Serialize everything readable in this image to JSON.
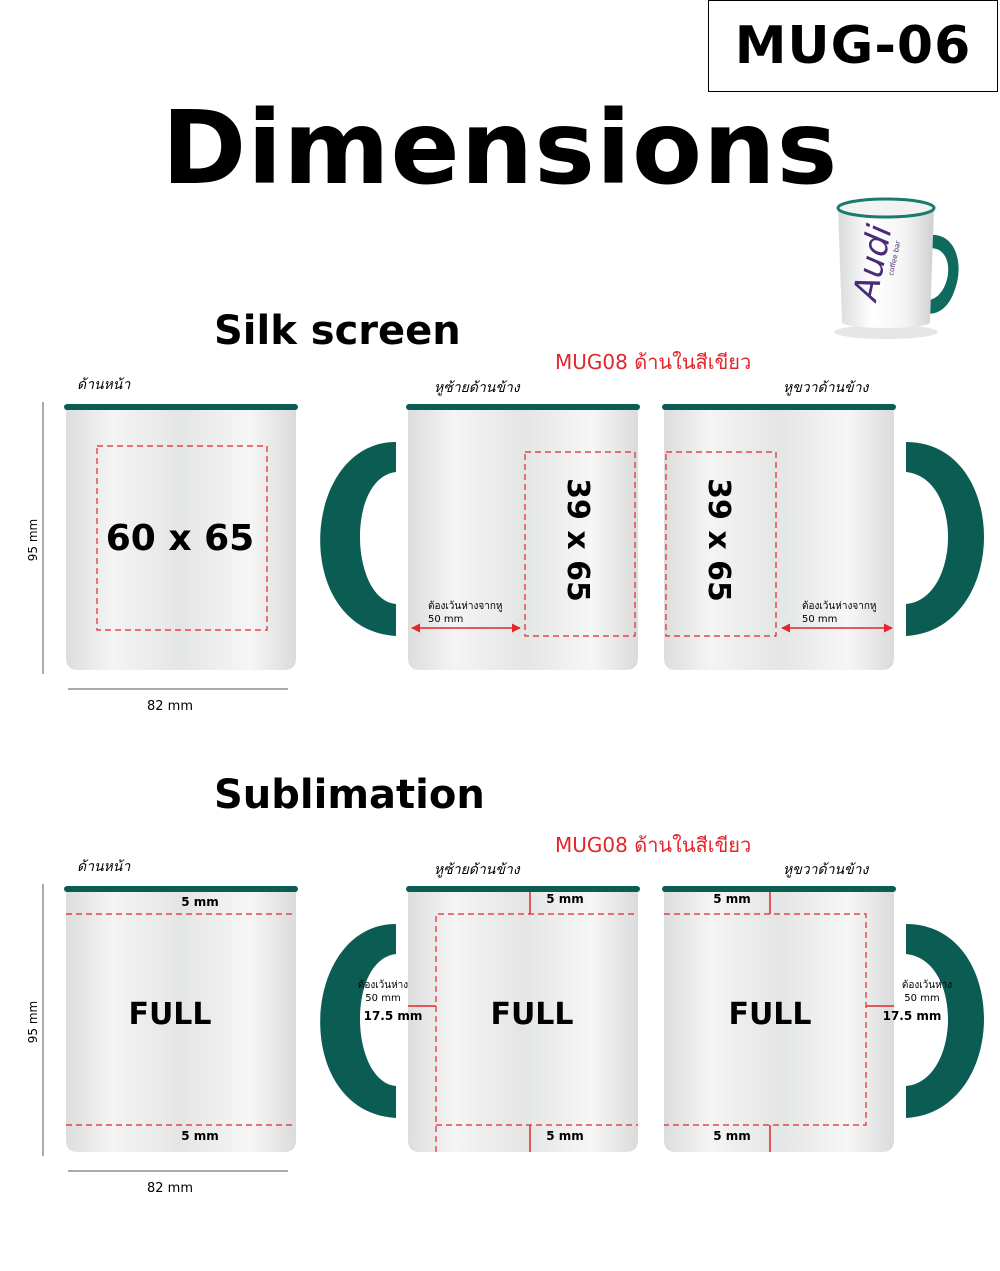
{
  "product_code": "MUG-06",
  "title": "Dimensions",
  "colors": {
    "rim": "#0b5c52",
    "handle": "#0b5c52",
    "dash": "#e2262b",
    "arrow": "#e2262b",
    "mug_body": "#e9eaea"
  },
  "preview_mug": {
    "logo_text": "Audi",
    "logo_sub": "coffee bar"
  },
  "silk_screen": {
    "heading": "Silk screen",
    "note": "MUG08 ด้านในสีเขียว",
    "front_label": "ด้านหน้า",
    "left_label": "หูซ้ายด้านข้าง",
    "right_label": "หูขวาด้านข้าง",
    "front_area": "60 x 65",
    "side_area": "39 x 65",
    "gap_note": "ต้องเว้นห่างจากหู",
    "gap_value": "50 mm",
    "height": "95 mm",
    "width": "82 mm"
  },
  "sublimation": {
    "heading": "Sublimation",
    "note": "MUG08 ด้านในสีเขียว",
    "front_label": "ด้านหน้า",
    "left_label": "หูซ้ายด้านข้าง",
    "right_label": "หูขวาด้านข้าง",
    "area": "FULL",
    "margin": "5 mm",
    "gap_note": "ต้องเว้นห่าง",
    "gap_value": "50 mm",
    "handle_gap": "17.5 mm",
    "height": "95 mm",
    "width": "82 mm"
  }
}
